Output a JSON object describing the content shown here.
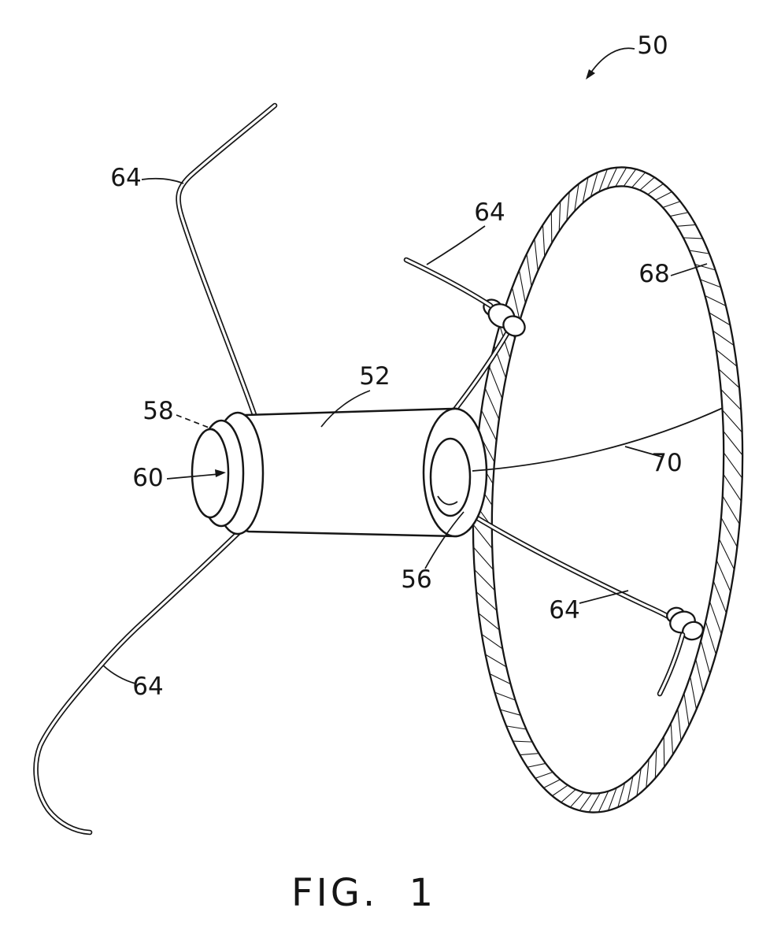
{
  "figure": {
    "caption": "FIG. 1",
    "labels": {
      "assembly": "50",
      "canister": "52",
      "opening": "56",
      "seal_ring": "58",
      "end_cap": "60",
      "wire_upper_left": "64",
      "wire_top": "64",
      "wire_lower_left": "64",
      "wire_lower_right": "64",
      "ring": "68",
      "tether": "70"
    },
    "colors": {
      "ink": "#161616",
      "background": "#ffffff"
    }
  }
}
